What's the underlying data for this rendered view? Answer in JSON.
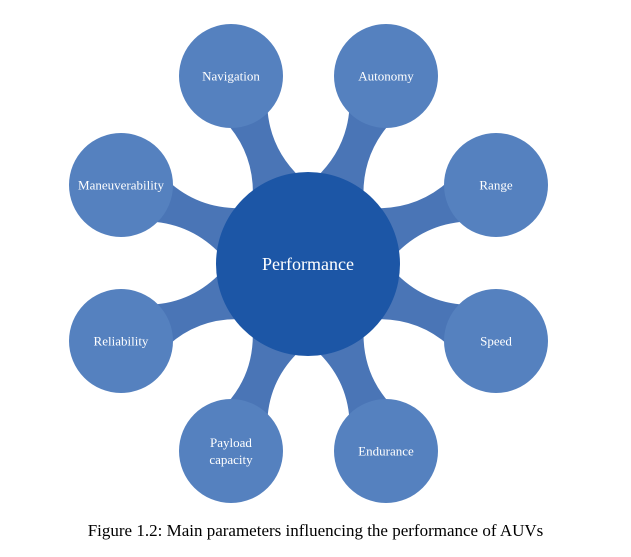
{
  "diagram": {
    "center": {
      "label": "Performance"
    },
    "nodes": [
      {
        "id": "navigation",
        "label": "Navigation"
      },
      {
        "id": "autonomy",
        "label": "Autonomy"
      },
      {
        "id": "range",
        "label": "Range"
      },
      {
        "id": "speed",
        "label": "Speed"
      },
      {
        "id": "endurance",
        "label": "Endurance"
      },
      {
        "id": "payload-capacity",
        "label": "Payload\ncapacity"
      },
      {
        "id": "reliability",
        "label": "Reliability"
      },
      {
        "id": "maneuverability",
        "label": "Maneuverability"
      }
    ],
    "colors": {
      "center_fill": "#1c56a6",
      "node_fill": "#5581bf",
      "connector_fill": "#4a75b6"
    }
  },
  "caption": "Figure 1.2: Main parameters influencing the performance of AUVs"
}
